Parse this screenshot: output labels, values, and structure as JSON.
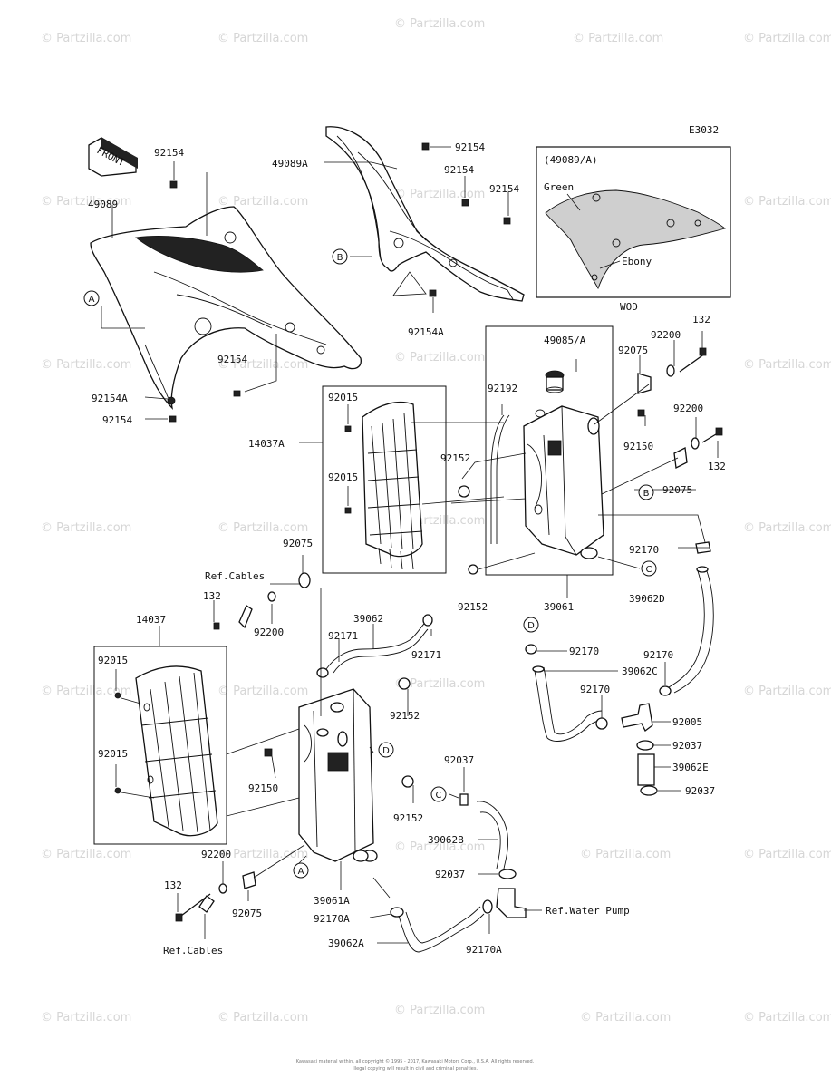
{
  "diagram_code": "E3032",
  "front_marker": "FRONT",
  "watermark": "© Partzilla.com",
  "footer_line1": "Kawasaki material within, all copyright © 1995 - 2017, Kawasaki Motors Corp., U.S.A. All rights reserved.",
  "footer_line2": "Illegal copying will result in civil and criminal penalties.",
  "inset": {
    "title": "(49089/A)",
    "color1": "Green",
    "color2": "Ebony",
    "caption": "WOD"
  },
  "callouts": {
    "a": "A",
    "b": "B",
    "c": "C",
    "d": "D"
  },
  "labels": {
    "l92154_1": "92154",
    "l49089": "49089",
    "l49089A": "49089A",
    "l92154_2": "92154",
    "l92154_3": "92154",
    "l92154_4": "92154",
    "l92154A_top": "92154A",
    "l92154_5": "92154",
    "l92154A_left": "92154A",
    "l92154_6": "92154",
    "l49085A": "49085/A",
    "l92200_top": "92200",
    "l132_top": "132",
    "l92075_top": "92075",
    "l92192": "92192",
    "l92015_1": "92015",
    "l14037A": "14037A",
    "l92152_1": "92152",
    "l92015_2": "92015",
    "l92150_1": "92150",
    "l92200_2": "92200",
    "l132_2": "132",
    "l92075_2": "92075",
    "l92075_3": "92075",
    "refCables_1": "Ref.Cables",
    "l132_3": "132",
    "l92200_3": "92200",
    "l92170_1": "92170",
    "l92152_2": "92152",
    "l39061": "39061",
    "l39062D": "39062D",
    "l14037": "14037",
    "l39062": "39062",
    "l92171_1": "92171",
    "l92171_2": "92171",
    "l92015_3": "92015",
    "l92152_3": "92152",
    "l92015_4": "92015",
    "l92150_2": "92150",
    "l92170_2": "92170",
    "l39062C": "39062C",
    "l92170_3": "92170",
    "l92170_4": "92170",
    "l92005": "92005",
    "l92037_1": "92037",
    "l39062E": "39062E",
    "l92037_2": "92037",
    "l92037_3": "92037",
    "l92152_4": "92152",
    "l39062B": "39062B",
    "l92200_4": "92200",
    "l132_4": "132",
    "l92075_4": "92075",
    "l92037_4": "92037",
    "l39061A": "39061A",
    "l92170A_1": "92170A",
    "refWaterPump": "Ref.Water Pump",
    "l39062A": "39062A",
    "l92170A_2": "92170A",
    "refCables_2": "Ref.Cables"
  }
}
